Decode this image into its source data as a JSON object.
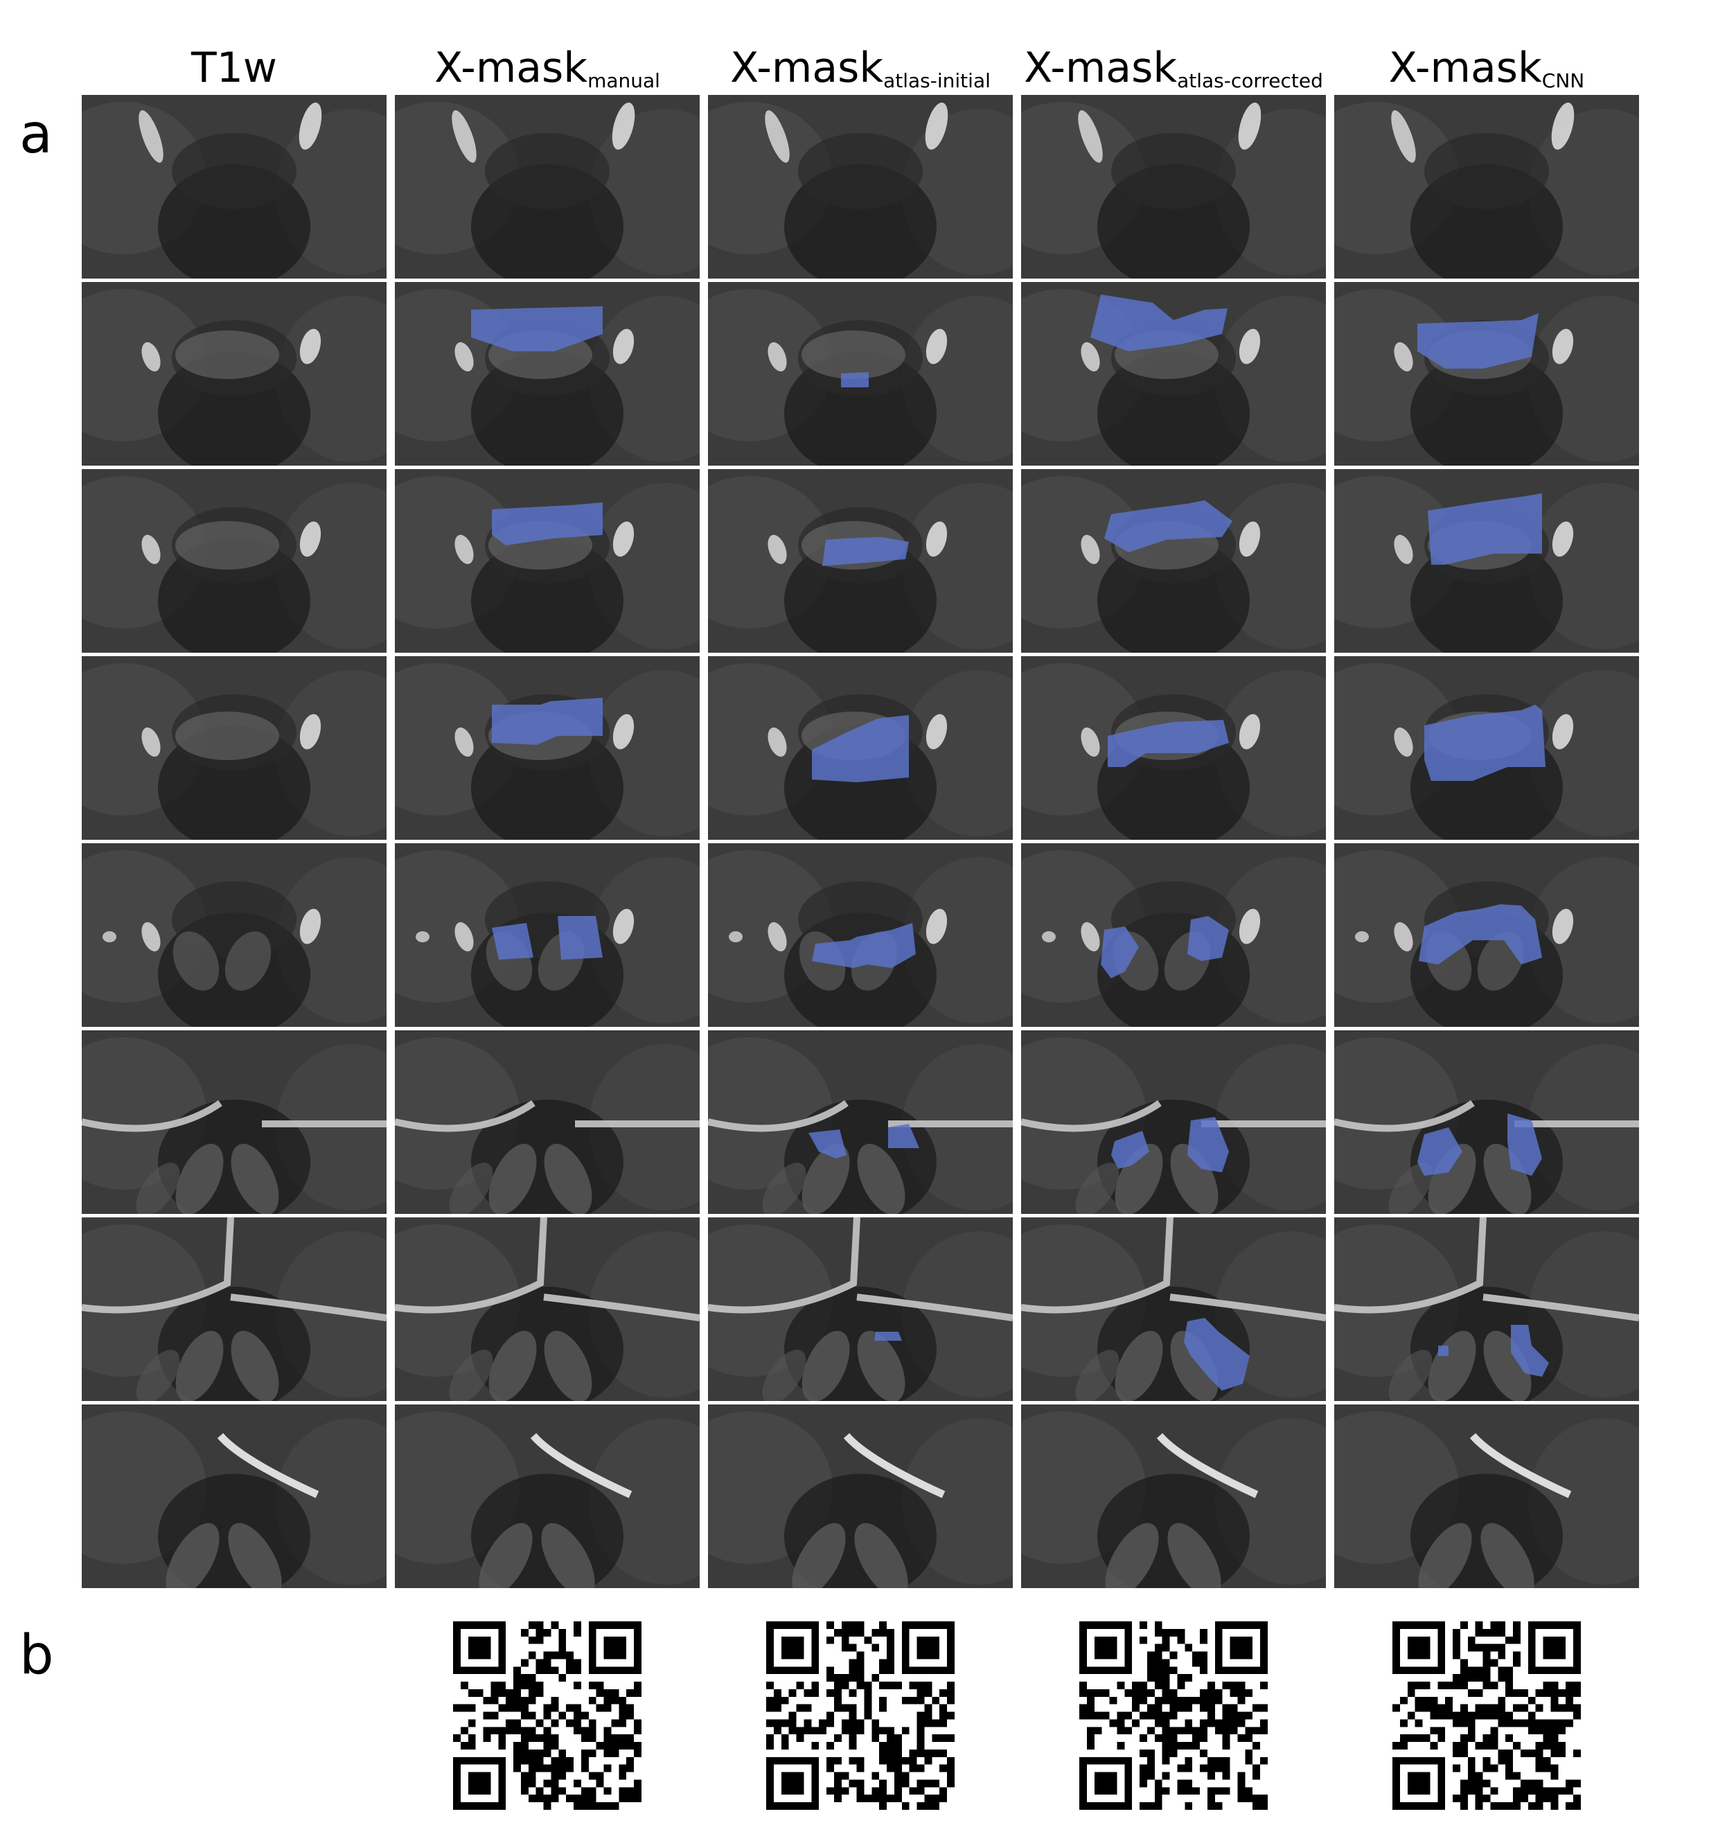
{
  "panels": {
    "a": "a",
    "b": "b"
  },
  "columns": [
    {
      "main": "T1w",
      "sub": ""
    },
    {
      "main": "X-mask",
      "sub": "manual"
    },
    {
      "main": "X-mask",
      "sub": "atlas-initial"
    },
    {
      "main": "X-mask",
      "sub": "atlas-corrected"
    },
    {
      "main": "X-mask",
      "sub": "CNN"
    }
  ],
  "rows": 8,
  "colors": {
    "mask": "#5b73c8",
    "background": "#ffffff",
    "tissue": "#3a3a3a"
  },
  "qr_codes": [
    {
      "column": 1
    },
    {
      "column": 2
    },
    {
      "column": 3
    },
    {
      "column": 4
    }
  ]
}
